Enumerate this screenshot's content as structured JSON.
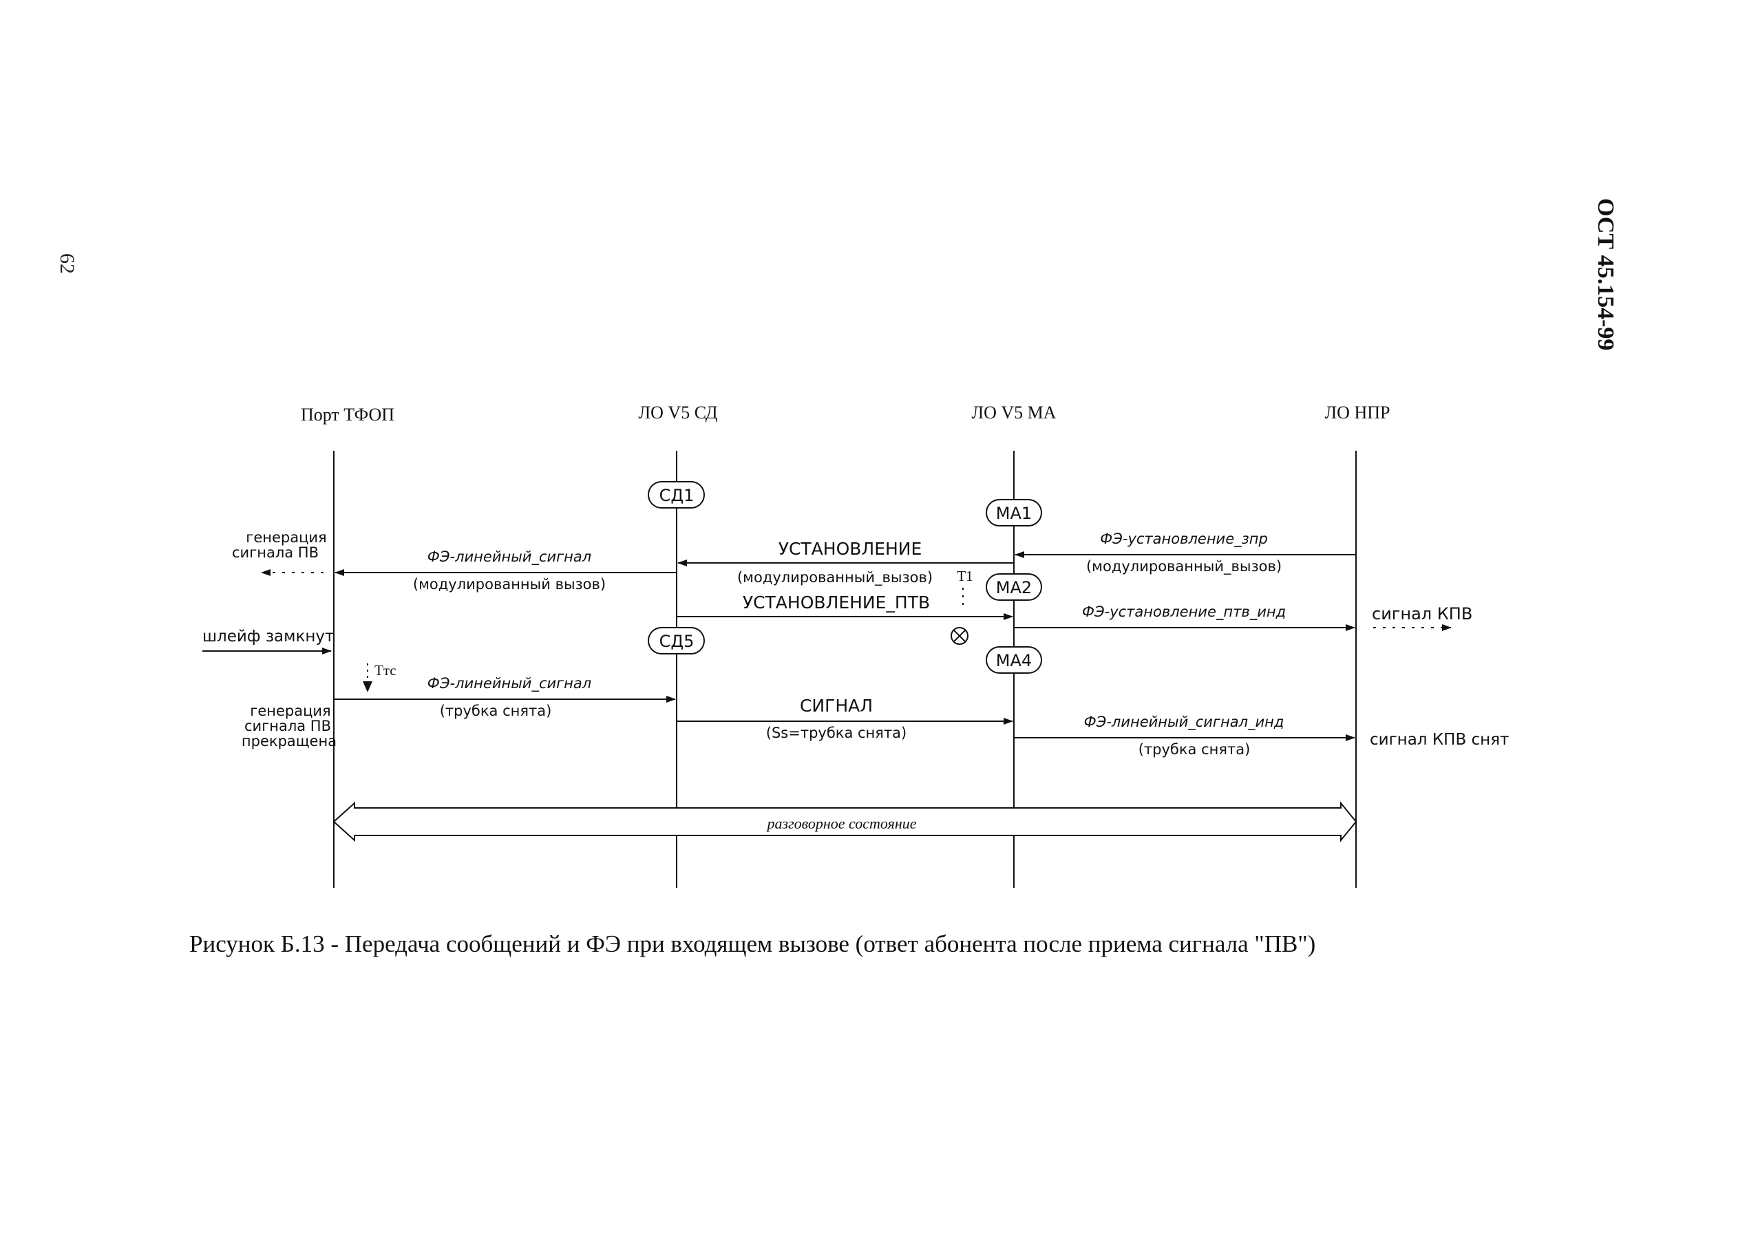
{
  "page": {
    "page_number": "62",
    "doc_code": "ОСТ 45.154-99"
  },
  "diagram": {
    "lanes": {
      "pstn_port": "Порт ТФОП",
      "lo_v5_sd": "ЛО V5 СД",
      "lo_v5_ma": "ЛО V5 МА",
      "lo_npr": "ЛО НПР"
    },
    "states": {
      "sd1": "СД1",
      "sd5": "СД5",
      "ma1": "МА1",
      "ma2": "МА2",
      "ma4": "МА4"
    },
    "messages": {
      "m1_label": "ФЭ-установление_зпр",
      "m1_param": "(модулированный_вызов)",
      "m2_label": "УСТАНОВЛЕНИЕ",
      "m2_param": "(модулированный_вызов)",
      "t1": "T1",
      "m3_label": "ФЭ-линейный_сигнал",
      "m3_param": "(модулированный вызов)",
      "m4_label": "УСТАНОВЛЕНИЕ_ПТВ",
      "m5_label": "ФЭ-установление_птв_инд",
      "m6_label": "ФЭ-линейный_сигнал",
      "m6_param": "(трубка снята)",
      "ttc": "Ттс",
      "m7_label": "СИГНАЛ",
      "m7_param": "(Ss=трубка снята)",
      "m8_label": "ФЭ-линейный_сигнал_инд",
      "m8_param": "(трубка снята)"
    },
    "side_notes": {
      "gen_pv_1": "генерация",
      "gen_pv_2": "сигнала ПВ",
      "loop_closed": "шлейф замкнут",
      "gen_stop_1": "генерация",
      "gen_stop_2": "сигнала ПВ",
      "gen_stop_3": "прекращена",
      "kpv_signal": "сигнал КПВ",
      "kpv_removed": "сигнал КПВ снят"
    },
    "conversation": "разговорное состояние"
  },
  "caption": "Рисунок Б.13 - Передача сообщений и ФЭ при входящем вызове (ответ абонента после приема сигнала \"ПВ\")"
}
